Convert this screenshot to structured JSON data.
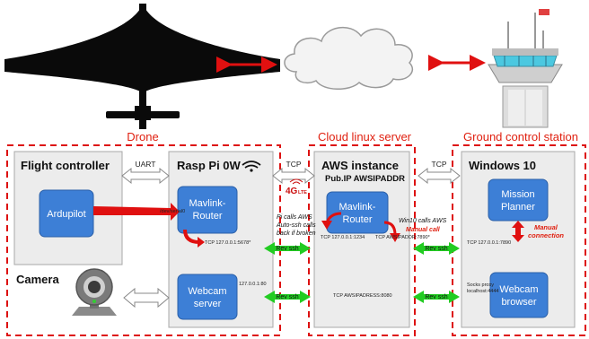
{
  "groups": {
    "drone": "Drone",
    "cloud": "Cloud linux server",
    "gcs": "Ground control station"
  },
  "panels": {
    "flight_controller": "Flight controller",
    "raspi": "Rasp Pi 0W",
    "aws_title": "AWS instance",
    "aws_subtitle": "Pub.IP AWSIPADDR",
    "windows": "Windows 10",
    "camera": "Camera"
  },
  "nodes": {
    "ardupilot": "Ardupilot",
    "mavlink_router_pi": [
      "Mavlink-",
      "Router"
    ],
    "webcam_server": [
      "Webcam",
      "server"
    ],
    "mavlink_router_aws": [
      "Mavlink-",
      "Router"
    ],
    "mission_planner": [
      "Mission",
      "Planner"
    ],
    "webcam_browser": [
      "Webcam",
      "browser"
    ]
  },
  "links": {
    "uart": "UART",
    "tcp_left": "TCP",
    "tcp_right": "TCP",
    "serial": "/dev/serial0",
    "rev_ssh": "Rev ssh",
    "fourg": "4G",
    "lte": "LTE"
  },
  "annotations": {
    "pi_note": [
      "Pi calls AWS",
      "Auto-ssh calls",
      "back if broken"
    ],
    "win_note": "Win10 calls AWS",
    "manual_call": "Manual call",
    "manual_connection": [
      "Manual",
      "connection"
    ],
    "tcp_pi_mav": "TCP 127.0.0.1:5678*",
    "tcp_pi_web": "127.0.0.1:80",
    "tcp_aws_local": "TCP 127.0.0.1:1234",
    "tcp_aws_pub": "TCP AWSIPADDR:7890*",
    "tcp_aws_web": "TCP AWSIPADRESS:8080",
    "tcp_win": "TCP 127.0.0.1:7890",
    "socks_proxy": [
      "Socks proxy",
      "localhost:4444"
    ]
  },
  "colors": {
    "box_blue": "#3d7fd6",
    "panel_gray": "#ececec",
    "dashed_red": "#dd1111",
    "arrow_green": "#22cc22",
    "arrow_red": "#e01010",
    "label_red": "#e02010"
  }
}
